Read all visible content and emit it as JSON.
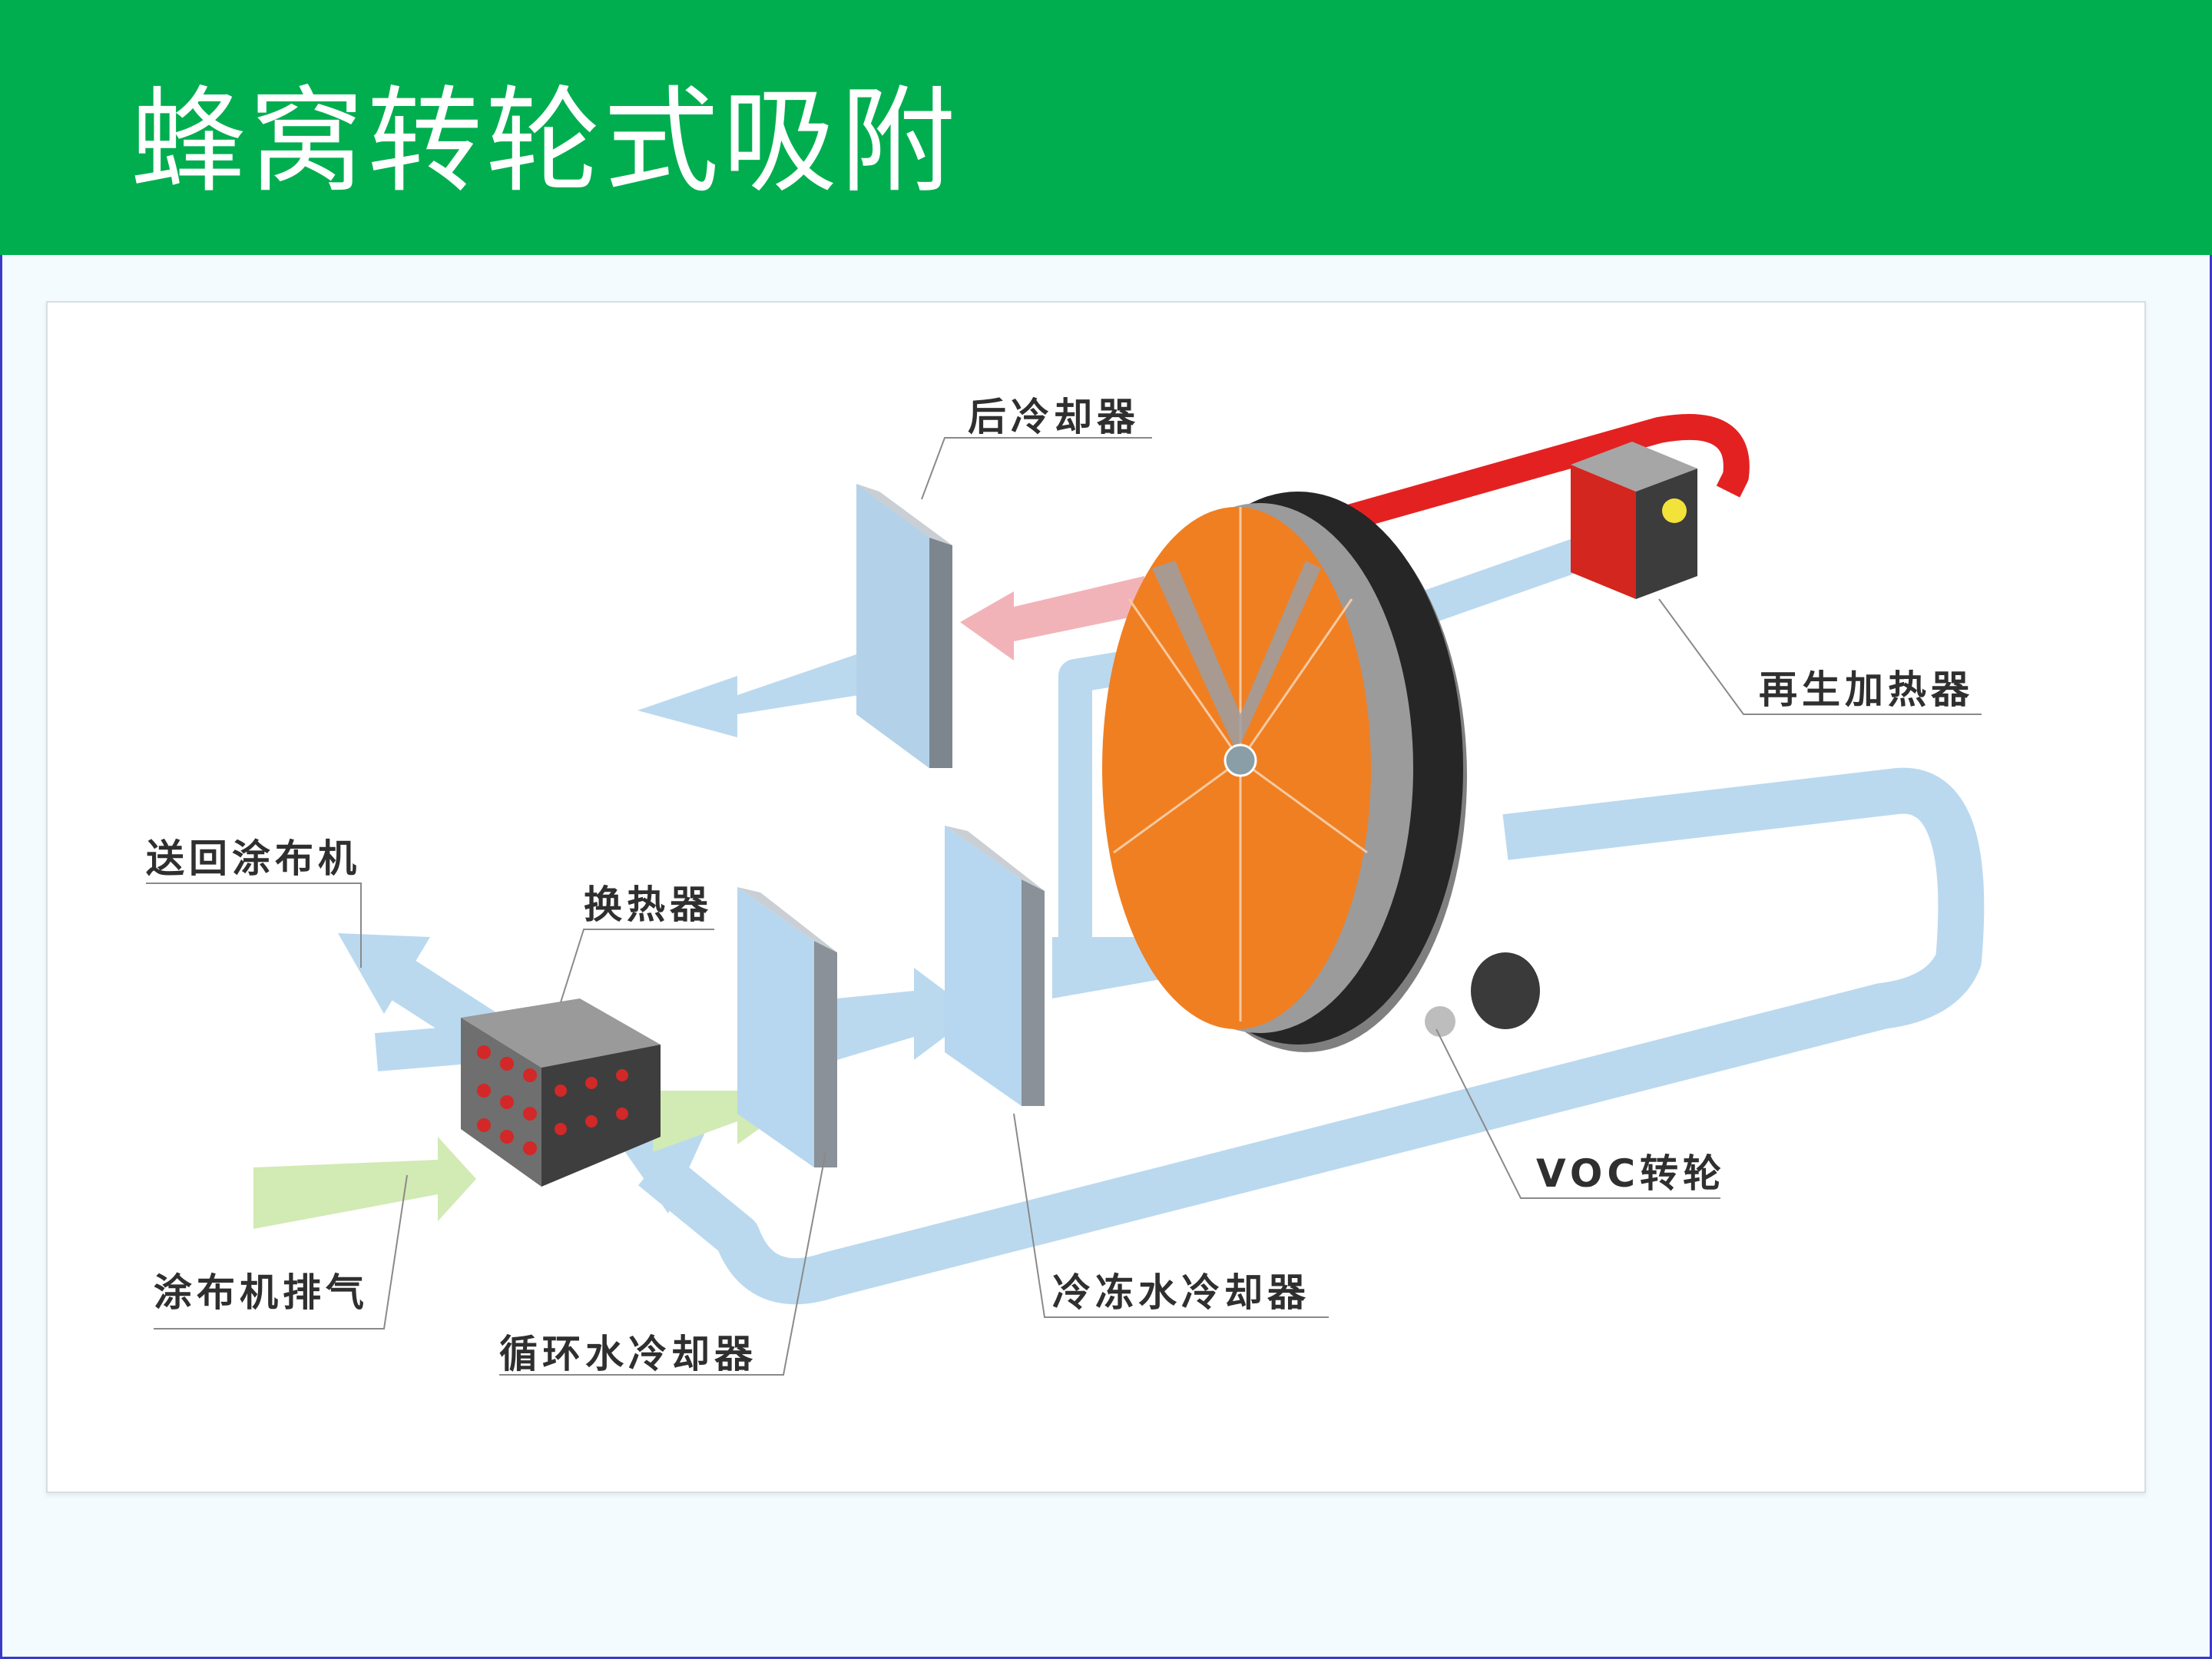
{
  "header": {
    "title": "蜂窝转轮式吸附"
  },
  "colors": {
    "header_green": "#00ae4f",
    "flow_blue": "#b8d8ef",
    "exhaust_green": "#cfe8b0",
    "hot_red": "#e62020",
    "rotor_orange": "#f07f22"
  },
  "labels": {
    "after_cooler": "后冷却器",
    "regen_heater": "再生加热器",
    "return_coater": "送回涂布机",
    "heat_exchanger": "换热器",
    "voc_rotor": "VOC转轮",
    "coater_exhaust": "涂布机排气",
    "chilled_cooler": "冷冻水冷却器",
    "circ_cooler": "循环水冷却器"
  }
}
